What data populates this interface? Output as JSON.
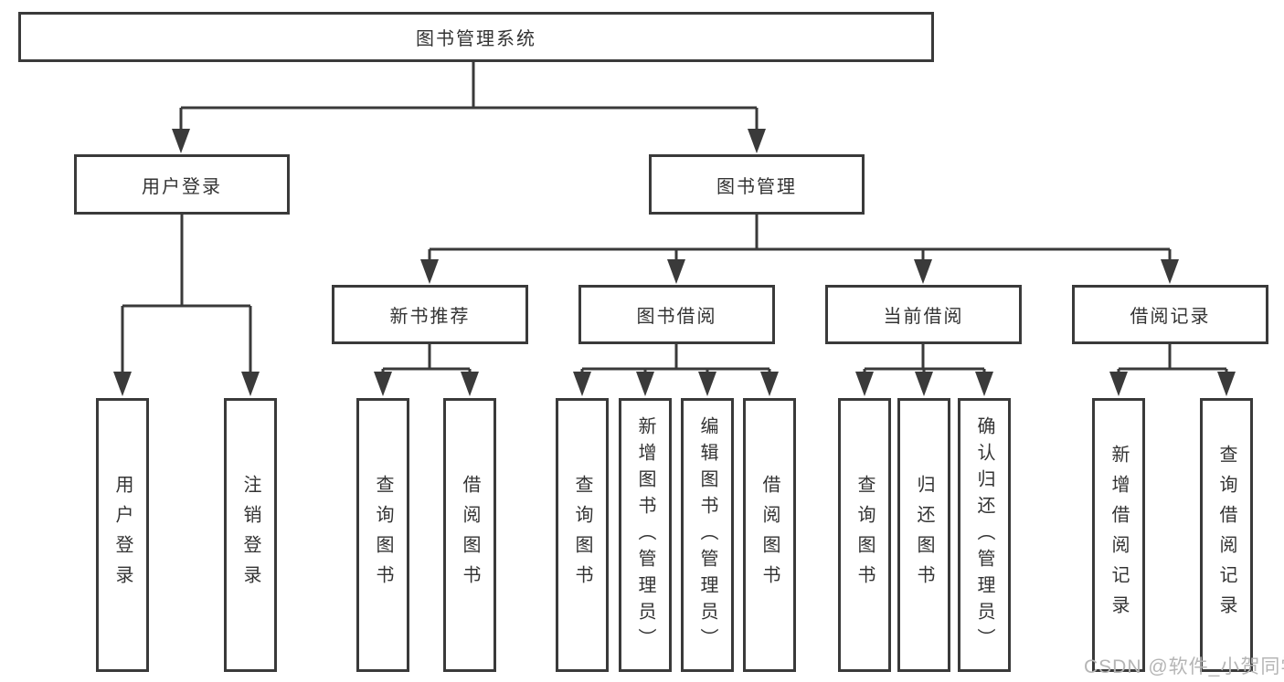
{
  "colors": {
    "line": "#3a3a3a",
    "text": "#333333",
    "watermark": "#b5b5b5",
    "background": "#ffffff"
  },
  "watermark": "CSDN @软件_小贺同学",
  "tree": {
    "root": {
      "label": "图书管理系统"
    },
    "children": [
      {
        "label": "用户登录",
        "children": [
          {
            "label": "用户登录"
          },
          {
            "label": "注销登录"
          }
        ]
      },
      {
        "label": "图书管理",
        "children": [
          {
            "label": "新书推荐",
            "children": [
              {
                "label": "查询图书"
              },
              {
                "label": "借阅图书"
              }
            ]
          },
          {
            "label": "图书借阅",
            "children": [
              {
                "label": "查询图书"
              },
              {
                "label": "新增图书（管理员）"
              },
              {
                "label": "编辑图书（管理员）"
              },
              {
                "label": "借阅图书"
              }
            ]
          },
          {
            "label": "当前借阅",
            "children": [
              {
                "label": "查询图书"
              },
              {
                "label": "归还图书"
              },
              {
                "label": "确认归还（管理员）"
              }
            ]
          },
          {
            "label": "借阅记录",
            "children": [
              {
                "label": "新增借阅记录"
              },
              {
                "label": "查询借阅记录"
              }
            ]
          }
        ]
      }
    ]
  }
}
